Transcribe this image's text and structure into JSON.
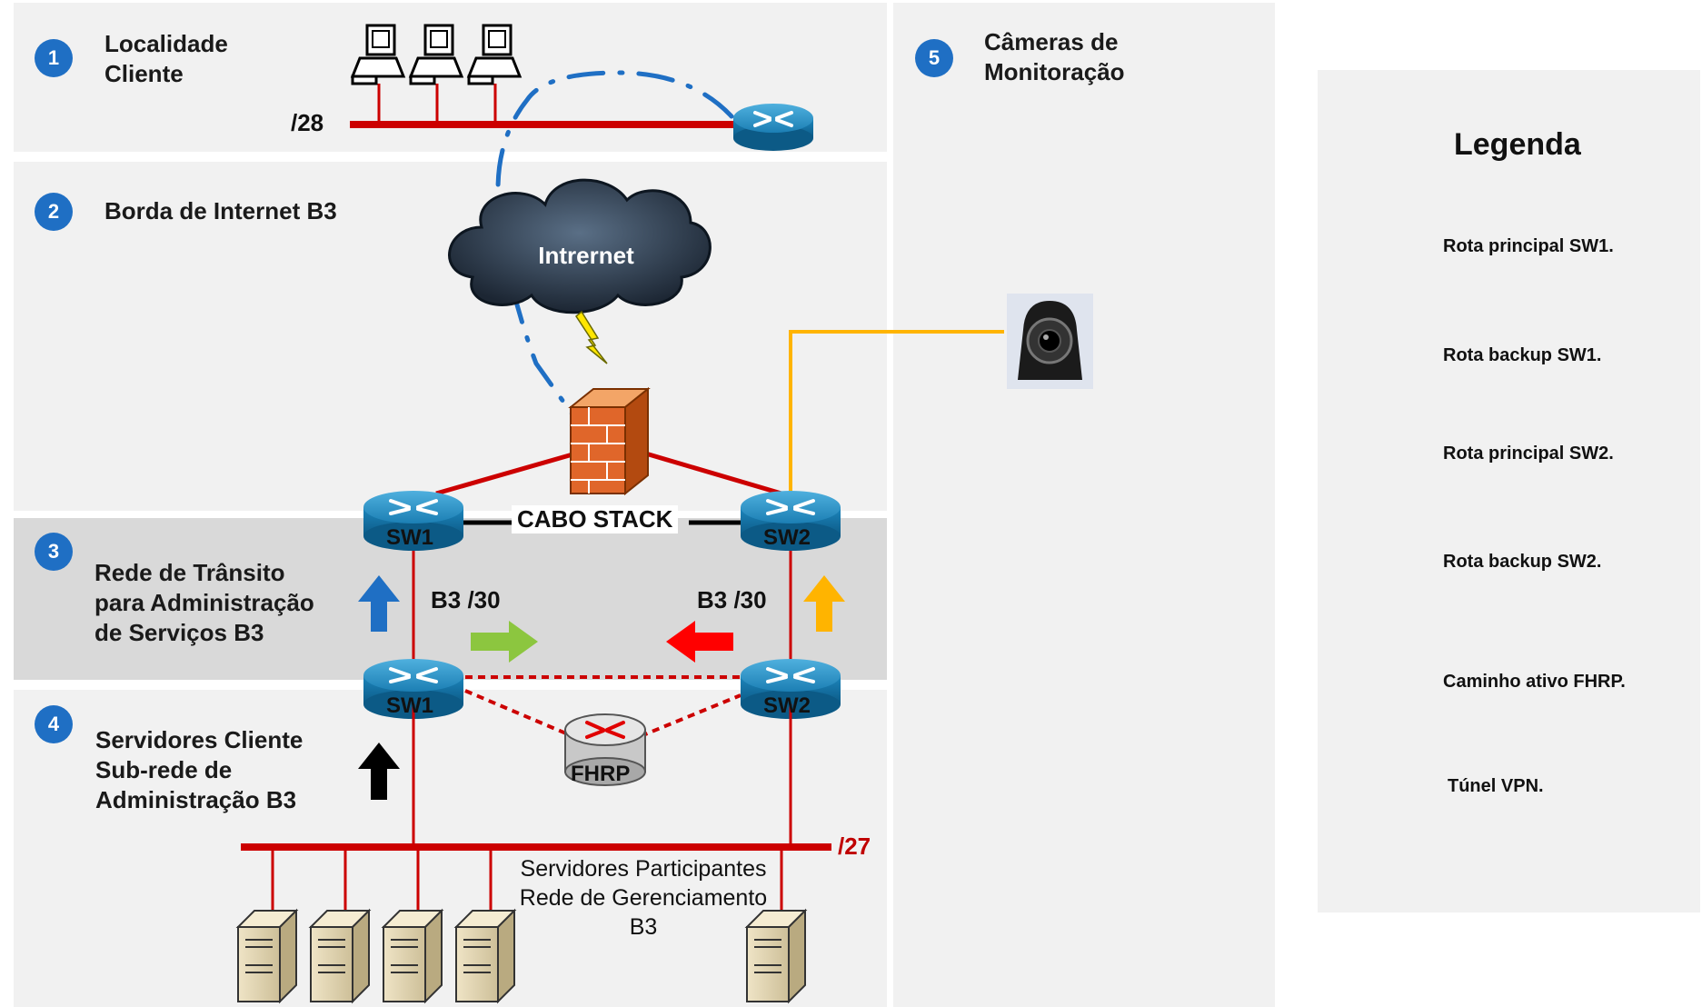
{
  "zones": {
    "z1": {
      "number": "1",
      "title_line1": "Localidade",
      "title_line2": "Cliente"
    },
    "z2": {
      "number": "2",
      "title": "Borda de Internet B3"
    },
    "z3": {
      "number": "3",
      "title_line1": "Rede de Trânsito",
      "title_line2": "para Administração",
      "title_line3": "de Serviços B3"
    },
    "z4": {
      "number": "4",
      "title_line1": "Servidores Cliente",
      "title_line2": "Sub-rede de",
      "title_line3": "Administração B3"
    },
    "z5": {
      "number": "5",
      "title_line1": "Câmeras de",
      "title_line2": "Monitoração"
    }
  },
  "labels": {
    "subnet_28": "/28",
    "subnet_27": "/27",
    "internet": "Intrernet",
    "cabo_stack": "CABO STACK",
    "sw1": "SW1",
    "sw2": "SW2",
    "b3_30_left": "B3 /30",
    "b3_30_right": "B3 /30",
    "fhrp": "FHRP",
    "servers_line1": "Servidores Participantes",
    "servers_line2": "Rede de Gerenciamento",
    "servers_line3": "B3"
  },
  "legend": {
    "title": "Legenda",
    "items": [
      {
        "label": "Rota principal SW1.",
        "color": "#1f6fc4",
        "icon": "arrow-up-icon"
      },
      {
        "label": "Rota backup SW1.",
        "color": "#8cc63f",
        "icon": "arrow-right-icon"
      },
      {
        "label": "Rota principal SW2.",
        "color": "#ff0000",
        "icon": "arrow-left-icon"
      },
      {
        "label": "Rota backup SW2.",
        "color": "#ffb400",
        "icon": "arrow-up-icon"
      },
      {
        "label": "Caminho ativo FHRP.",
        "color": "#000000",
        "icon": "arrow-up-icon"
      },
      {
        "label": "Túnel VPN.",
        "color": "#1f6fc4",
        "icon": "dash-dot-line-icon"
      }
    ]
  },
  "colors": {
    "zone_bg": "#f1f1f1",
    "transit_bg": "#d9d9d9",
    "badge": "#1f6fc4",
    "link_red": "#cc0000",
    "camera_link": "#ffb400",
    "vpn_blue": "#1f6fc4",
    "subnet_label": "#c00000"
  }
}
